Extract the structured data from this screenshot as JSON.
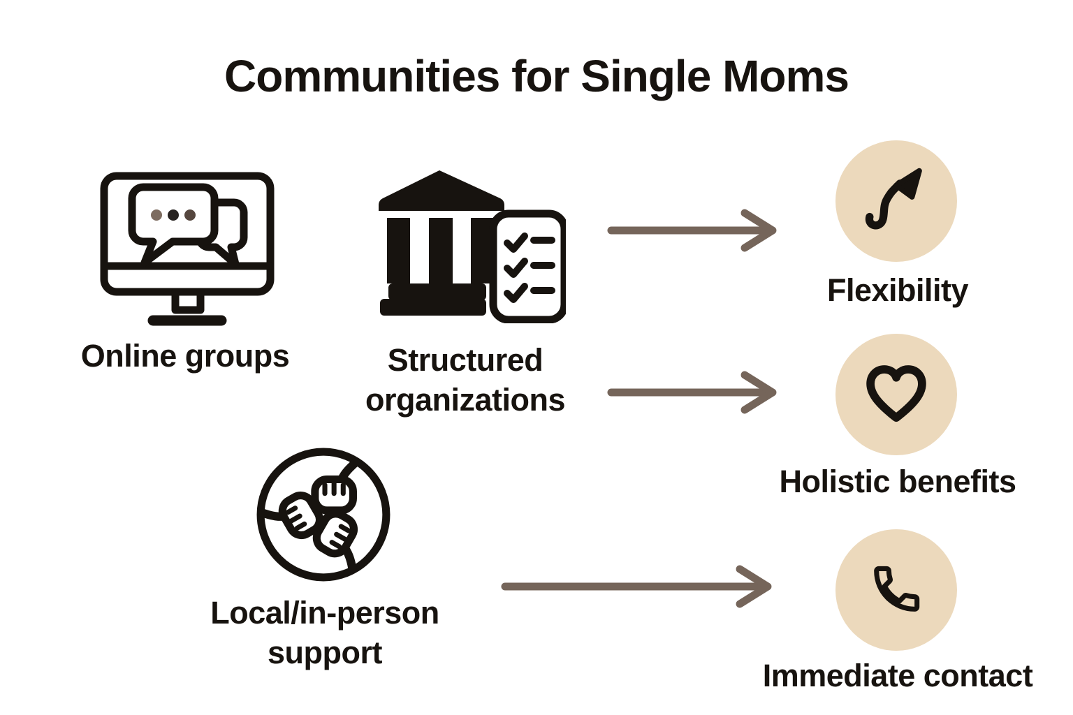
{
  "meta": {
    "title": "Communities for Single Moms"
  },
  "palette": {
    "bg": "#ffffff",
    "ink": "#17130f",
    "arrow": "#75655a",
    "badge": "#ecd9bc",
    "dot_left": "#7d6c60",
    "dot_mid": "#262220",
    "dot_right": "#55463e"
  },
  "sources": [
    {
      "label": "Online groups",
      "icon": "monitor-chat-icon"
    },
    {
      "label": "Structured organizations",
      "icon": "bank-checklist-icon"
    },
    {
      "label": "Local/in-person support",
      "icon": "hands-unity-icon"
    }
  ],
  "benefits": [
    {
      "label": "Flexibility",
      "icon": "flex-arrow-icon"
    },
    {
      "label": "Holistic benefits",
      "icon": "heart-icon"
    },
    {
      "label": "Immediate contact",
      "icon": "phone-icon"
    }
  ],
  "flows": [
    {
      "from": "Online groups / Structured organizations",
      "to": "Flexibility"
    },
    {
      "from": "Structured organizations",
      "to": "Holistic benefits"
    },
    {
      "from": "Local/in-person support",
      "to": "Immediate contact"
    }
  ]
}
